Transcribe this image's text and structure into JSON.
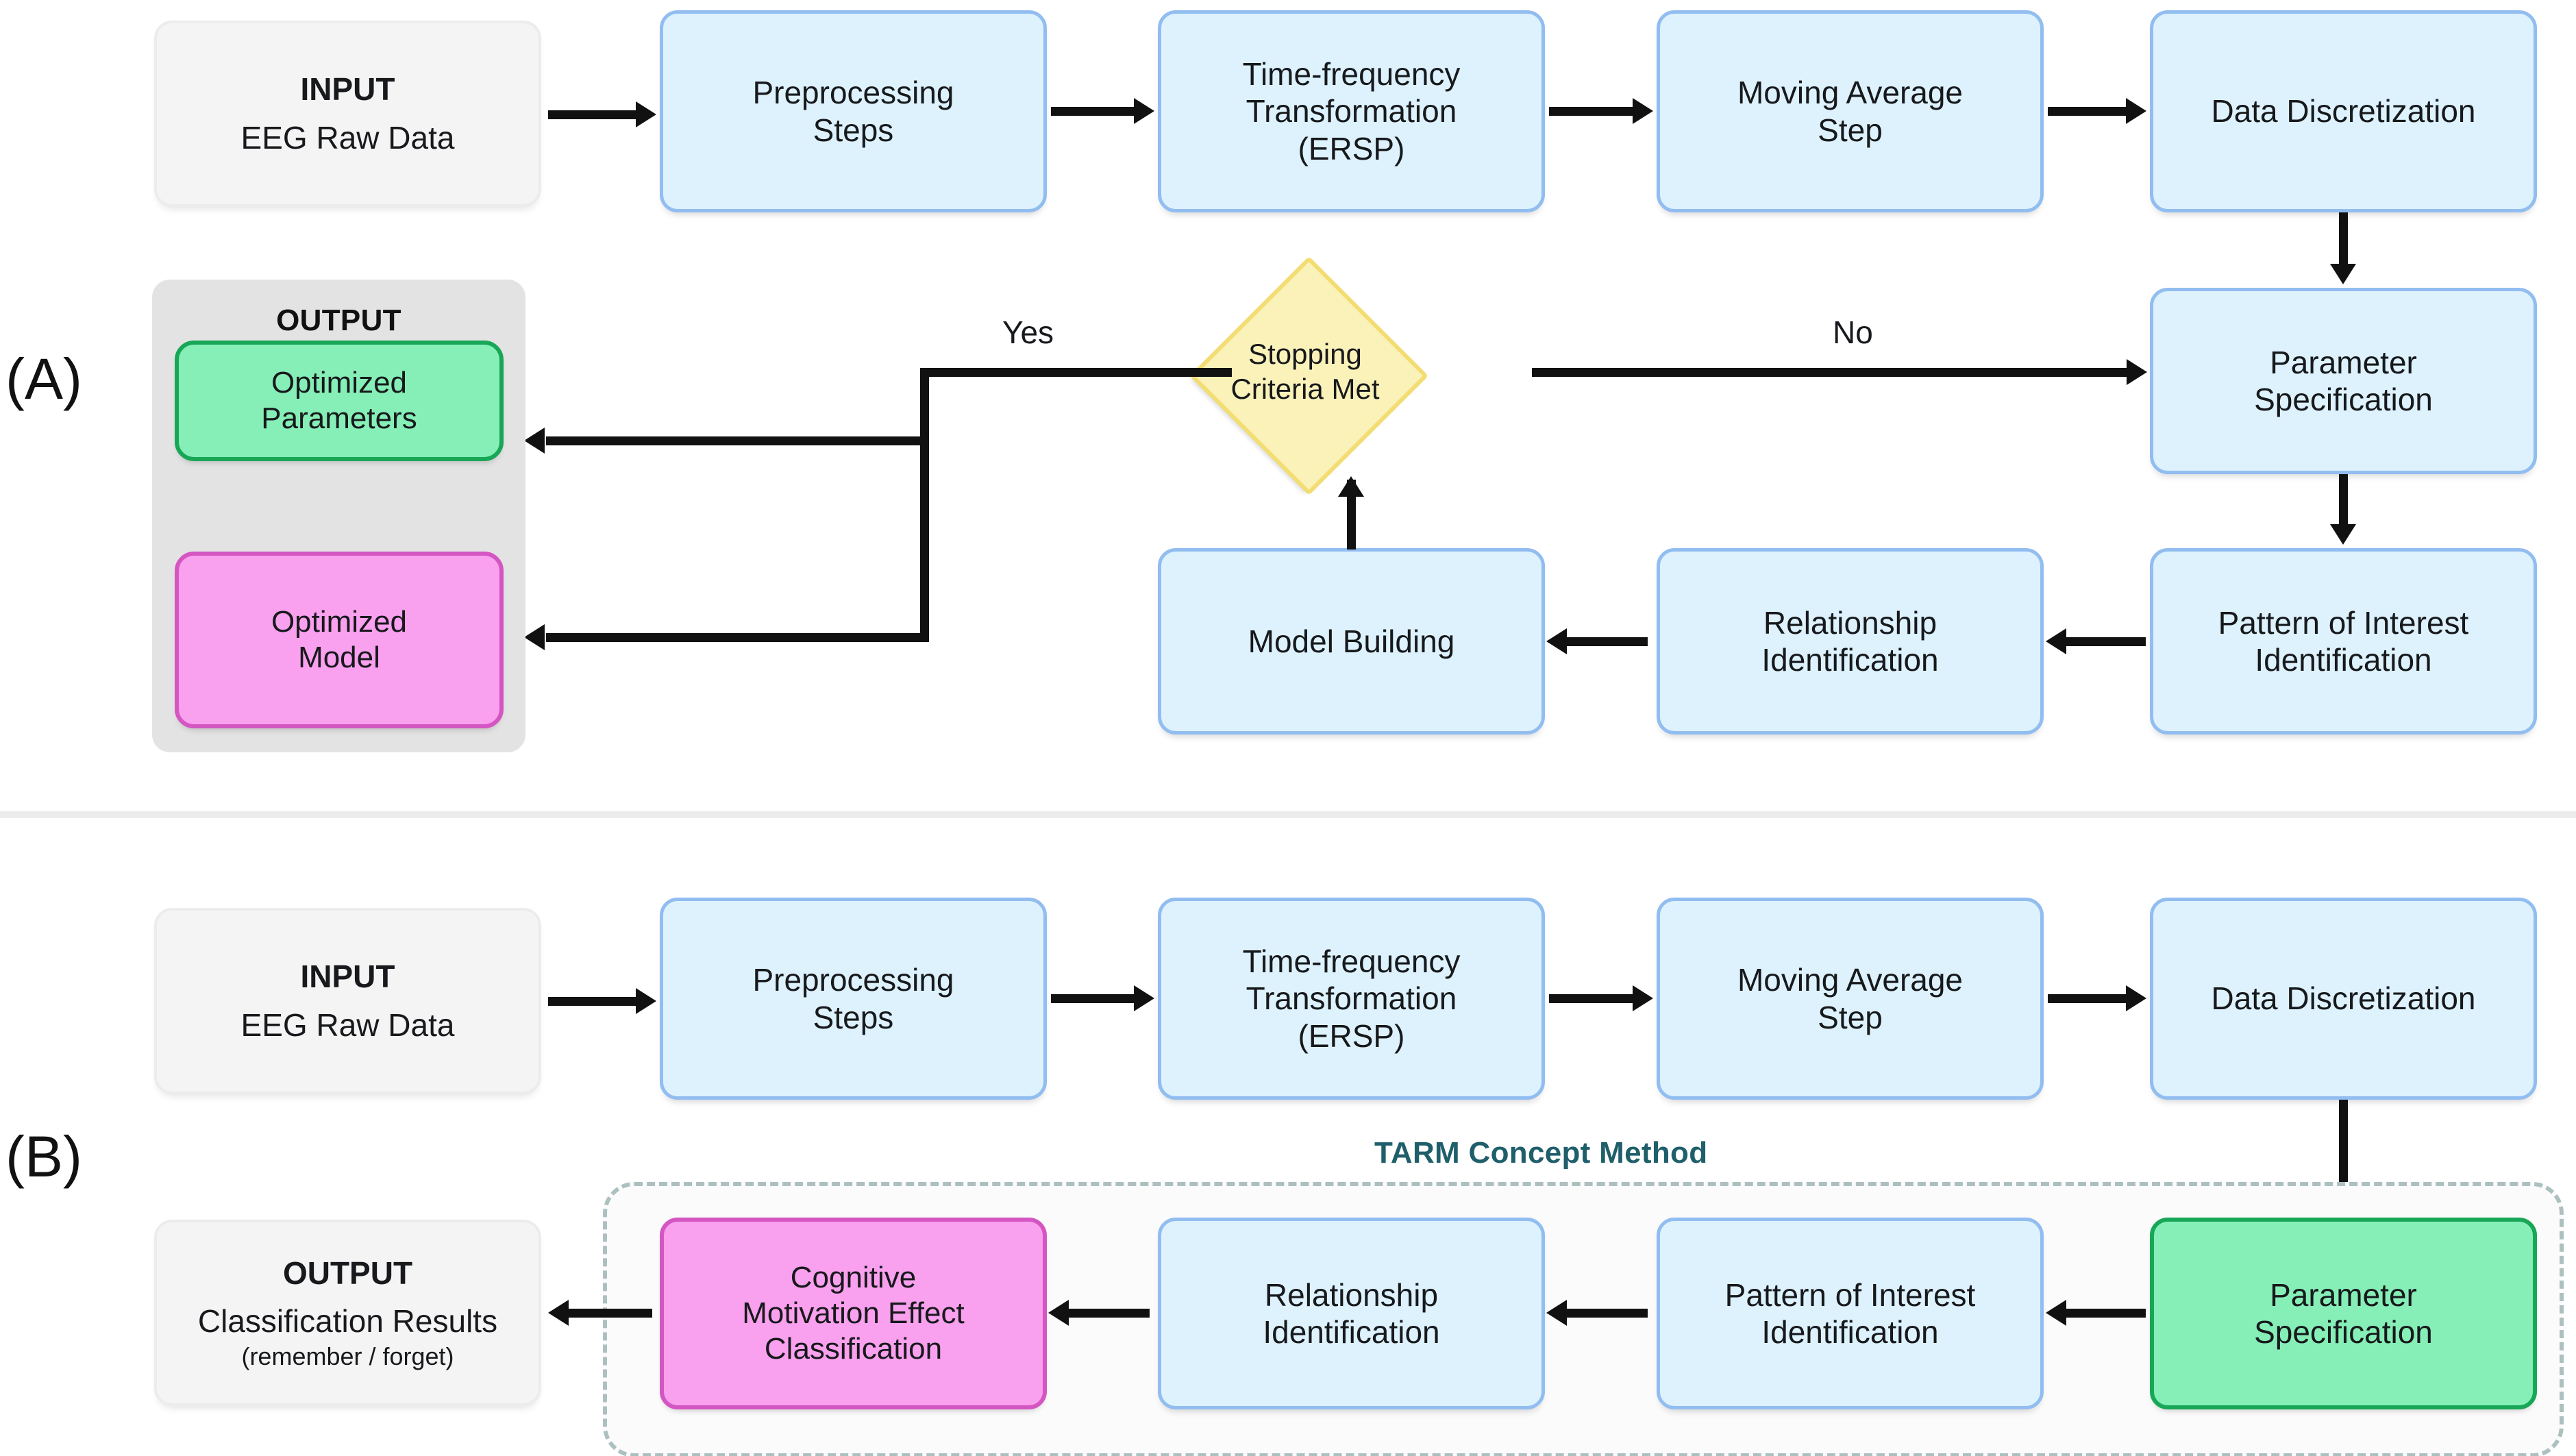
{
  "figure": {
    "panels": [
      {
        "tag": "(A)",
        "input": {
          "title": "INPUT",
          "subtitle": "EEG Raw Data"
        },
        "pipeline_top": [
          "Preprocessing\nSteps",
          "Time-frequency\nTransformation\n(ERSP)",
          "Moving Average\nStep",
          "Data Discretization"
        ],
        "right_column": [
          "Parameter\nSpecification",
          "Pattern of Interest\nIdentification"
        ],
        "loop_row": [
          "Model Building",
          "Relationship\nIdentification"
        ],
        "decision": "Stopping\nCriteria Met",
        "edge_labels": {
          "yes": "Yes",
          "no": "No"
        },
        "output": {
          "title": "OUTPUT",
          "items": [
            {
              "label": "Optimized\nParameters",
              "color": "#86efb7"
            },
            {
              "label": "Optimized\nModel",
              "color": "#f9a0ee"
            }
          ]
        }
      },
      {
        "tag": "(B)",
        "input": {
          "title": "INPUT",
          "subtitle": "EEG Raw Data"
        },
        "pipeline_top": [
          "Preprocessing\nSteps",
          "Time-frequency\nTransformation\n(ERSP)",
          "Moving Average\nStep",
          "Data Discretization"
        ],
        "group_title": "TARM Concept Method",
        "bottom_row": [
          "Cognitive\nMotivation Effect\nClassification",
          "Relationship\nIdentification",
          "Pattern of Interest\nIdentification",
          "Parameter\nSpecification"
        ],
        "output": {
          "title": "OUTPUT",
          "subtitle": "Classification Results",
          "detail": "(remember / forget)"
        }
      }
    ],
    "colors": {
      "blue_fill": "#ddf2fd",
      "blue_stroke": "#92bdf0",
      "gray_fill": "#f4f4f4",
      "green_fill": "#86efb7",
      "green_stroke": "#18a657",
      "pink_fill": "#f9a0ee",
      "pink_stroke": "#d456c2",
      "diamond_fill": "#fbf2ba",
      "diamond_stroke": "#f3dd72",
      "group_gray": "#e3e3e3",
      "dashed_stroke": "#adc0c0",
      "tarm_title": "#1f5f6b",
      "edge": "#111111"
    }
  }
}
